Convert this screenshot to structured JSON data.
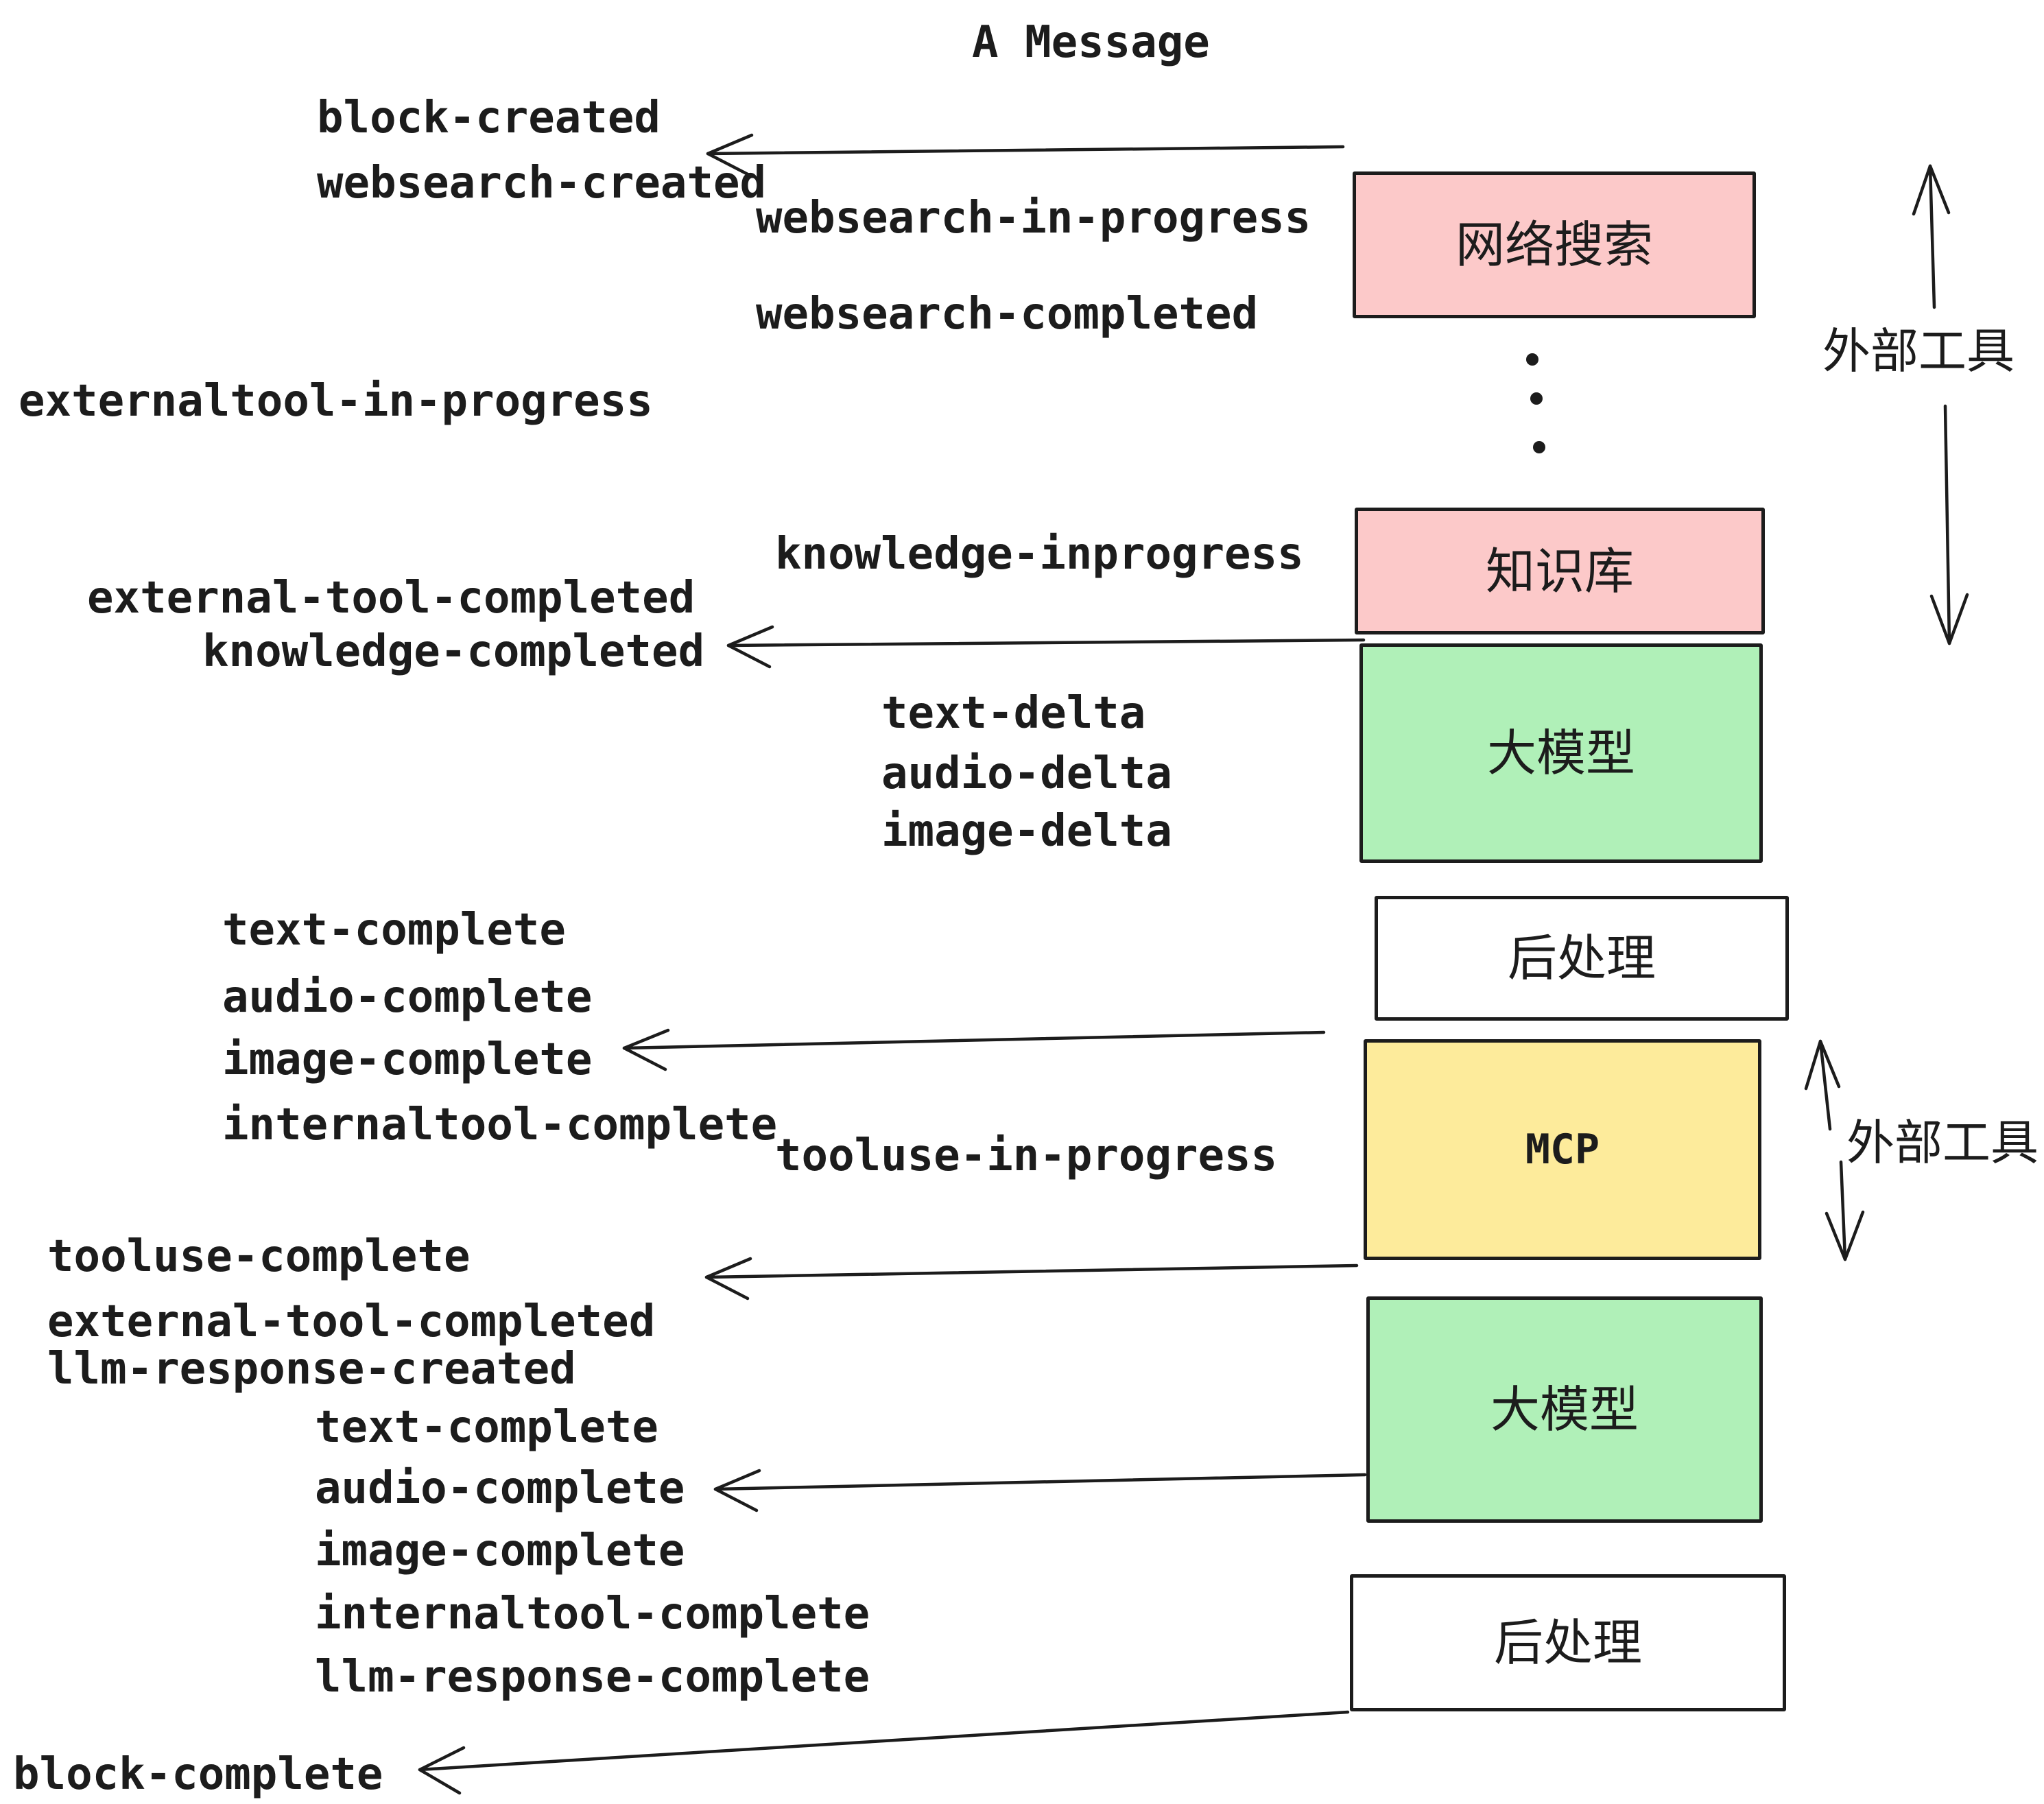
{
  "title": "A Message",
  "colors": {
    "pink": "#fcc9c9",
    "green": "#b0f0b8",
    "yellow": "#fdeb9b",
    "white": "#ffffff",
    "ink": "#1c1c1c",
    "background": "#ffffff"
  },
  "events": [
    "block-created",
    "websearch-created",
    "websearch-in-progress",
    "websearch-completed",
    "externaltool-in-progress",
    "knowledge-inprogress",
    "external-tool-completed",
    "knowledge-completed",
    "text-delta",
    "audio-delta",
    "image-delta",
    "text-complete",
    "audio-complete",
    "image-complete",
    "internaltool-complete",
    "tooluse-in-progress",
    "tooluse-complete",
    "external-tool-completed",
    "llm-response-created",
    "text-complete",
    "audio-complete",
    "image-complete",
    "internaltool-complete",
    "llm-response-complete",
    "block-complete"
  ],
  "boxes": [
    {
      "label": "网络搜索",
      "color": "pink"
    },
    {
      "label": "知识库",
      "color": "pink"
    },
    {
      "label": "大模型",
      "color": "green"
    },
    {
      "label": "后处理",
      "color": "white"
    },
    {
      "label": "MCP",
      "color": "yellow"
    },
    {
      "label": "大模型",
      "color": "green"
    },
    {
      "label": "后处理",
      "color": "white"
    }
  ],
  "side_labels": [
    "外部工具",
    "外部工具"
  ],
  "icons": {
    "vertical_ellipsis": "vertical-ellipsis-dots",
    "arrow_style": "hand-drawn-open-arrowhead"
  }
}
